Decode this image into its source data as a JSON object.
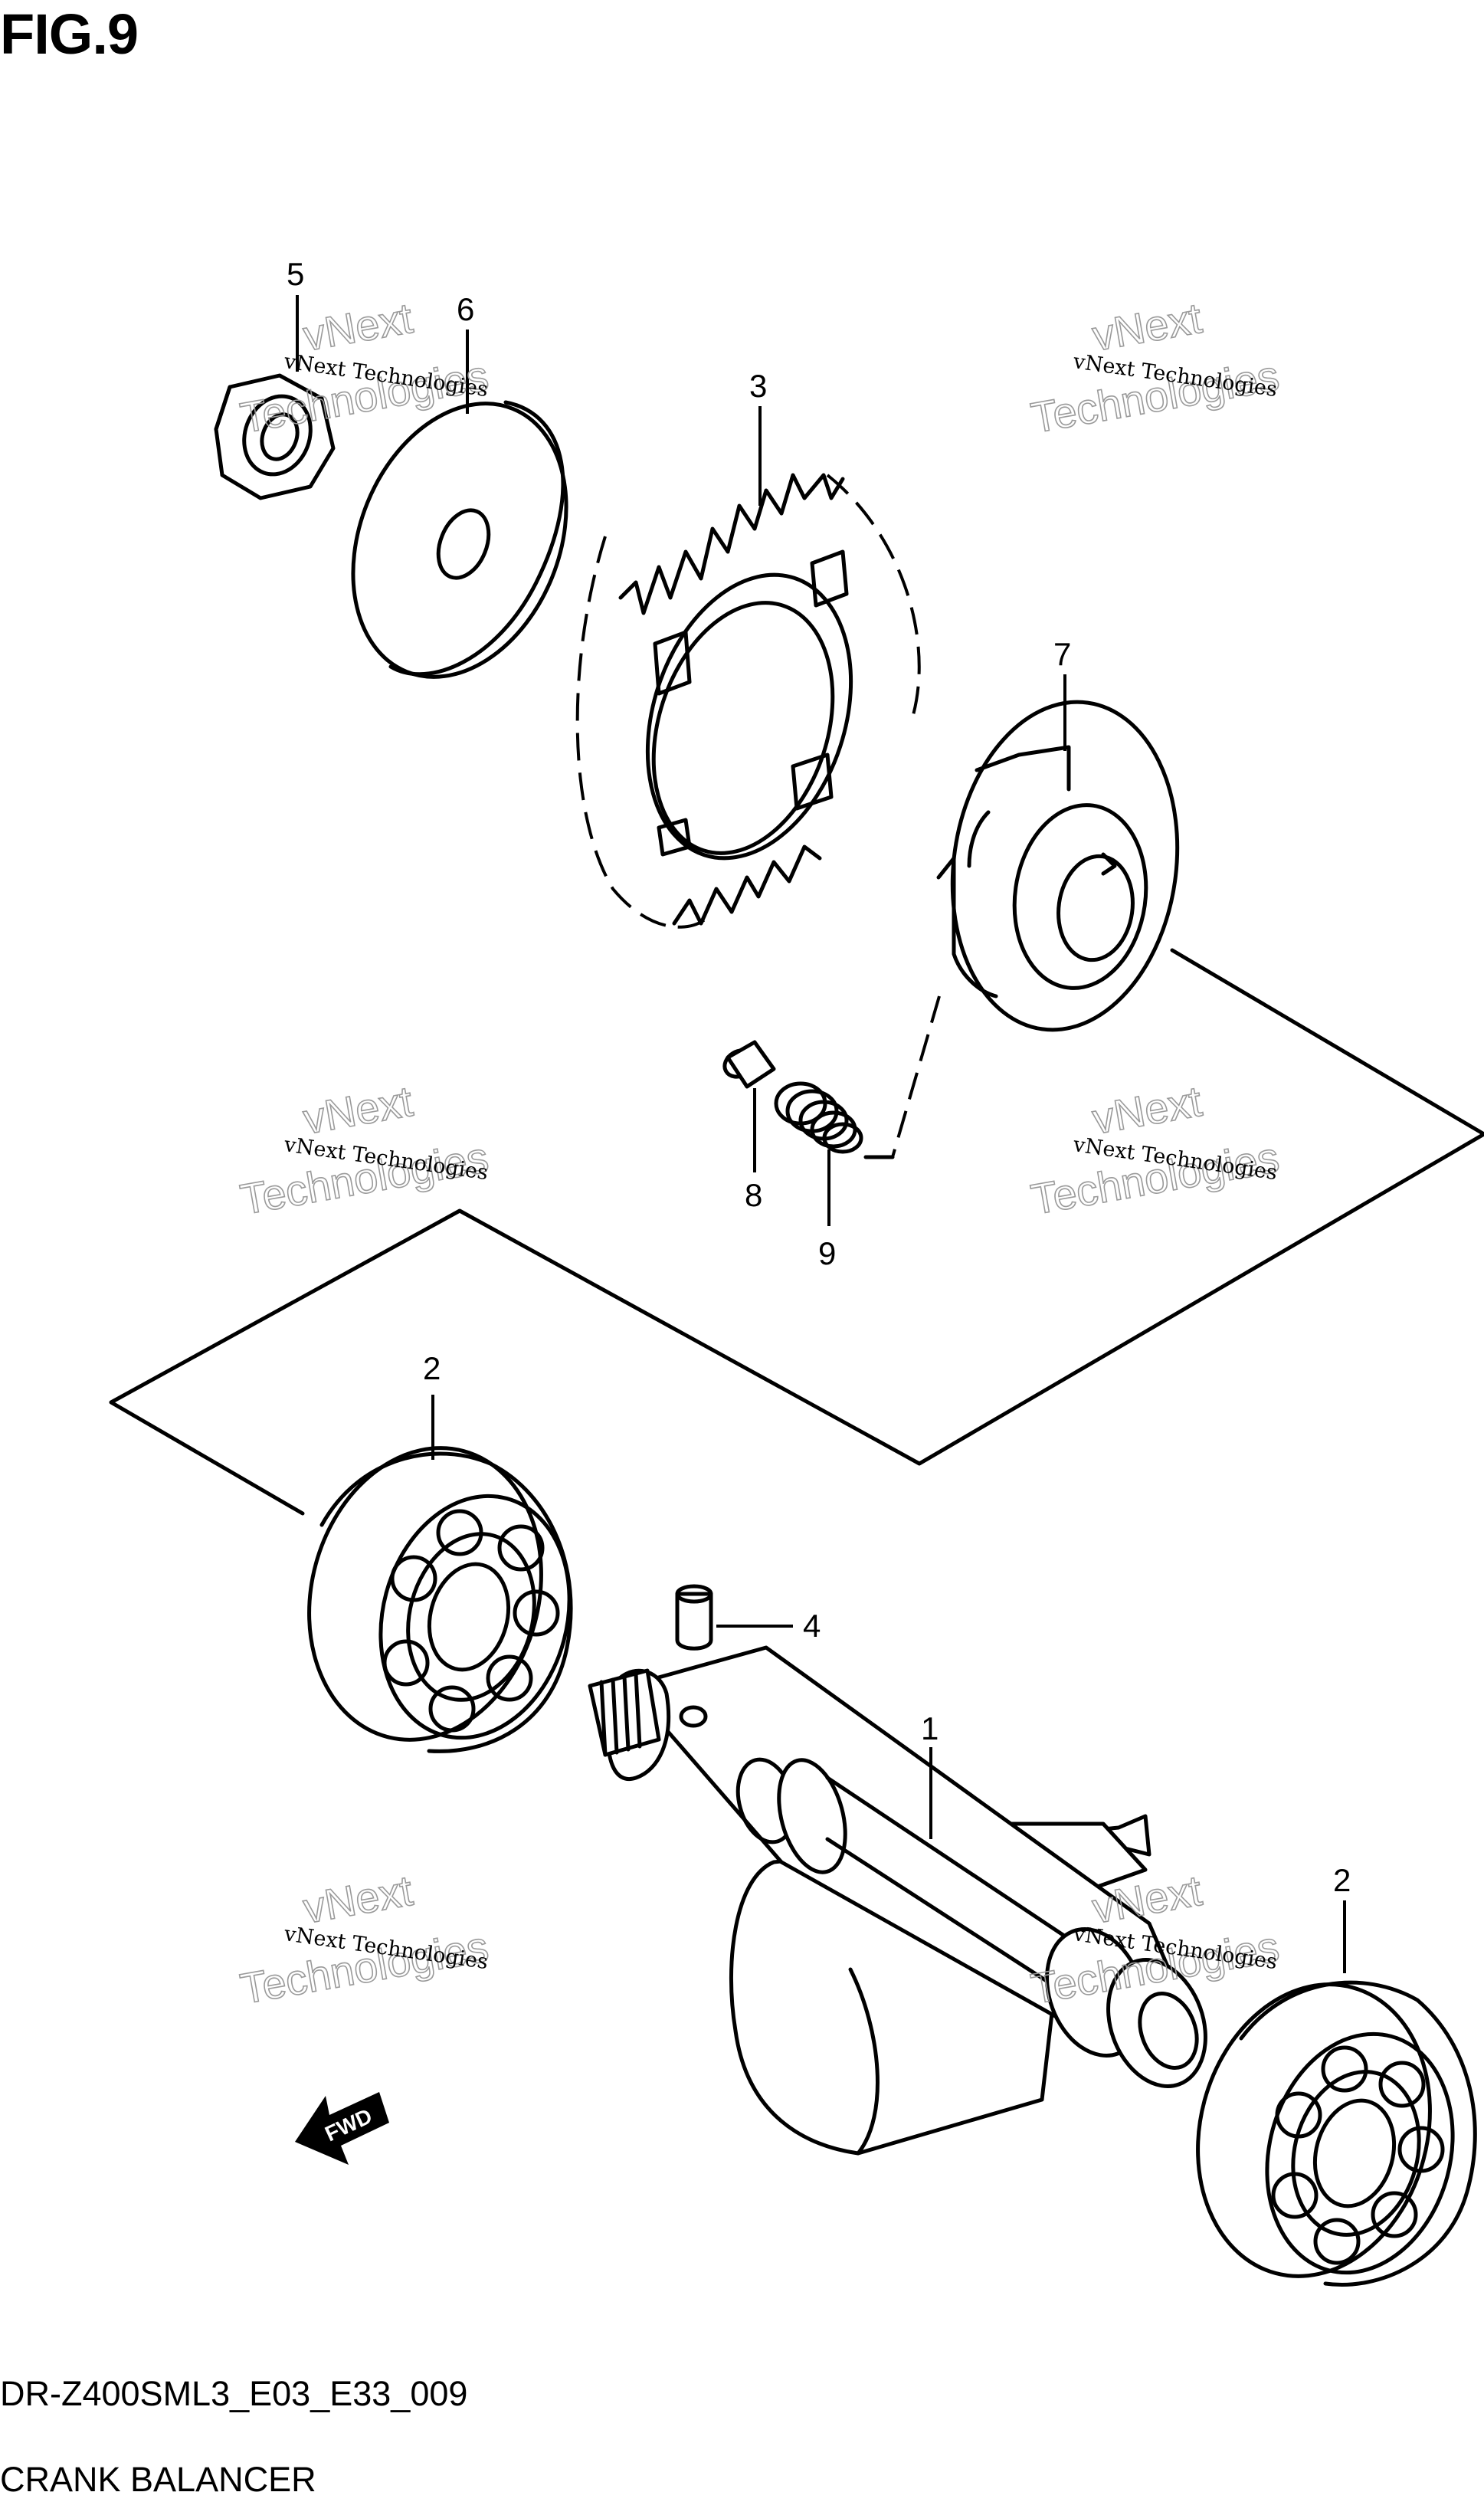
{
  "figure": {
    "title": "FIG.9"
  },
  "callouts": [
    {
      "id": "c5",
      "label": "5"
    },
    {
      "id": "c6",
      "label": "6"
    },
    {
      "id": "c3",
      "label": "3"
    },
    {
      "id": "c7",
      "label": "7"
    },
    {
      "id": "c8",
      "label": "8"
    },
    {
      "id": "c9",
      "label": "9"
    },
    {
      "id": "c2a",
      "label": "2"
    },
    {
      "id": "c4",
      "label": "4"
    },
    {
      "id": "c1",
      "label": "1"
    },
    {
      "id": "c2b",
      "label": "2"
    }
  ],
  "watermark": {
    "small": "vNext Technologies",
    "big_top": "vNext",
    "big_bottom": "Technologies"
  },
  "fwd_label": "FWD",
  "footer": {
    "code": "DR-Z400SML3_E03_E33_009",
    "name": "CRANK BALANCER"
  }
}
